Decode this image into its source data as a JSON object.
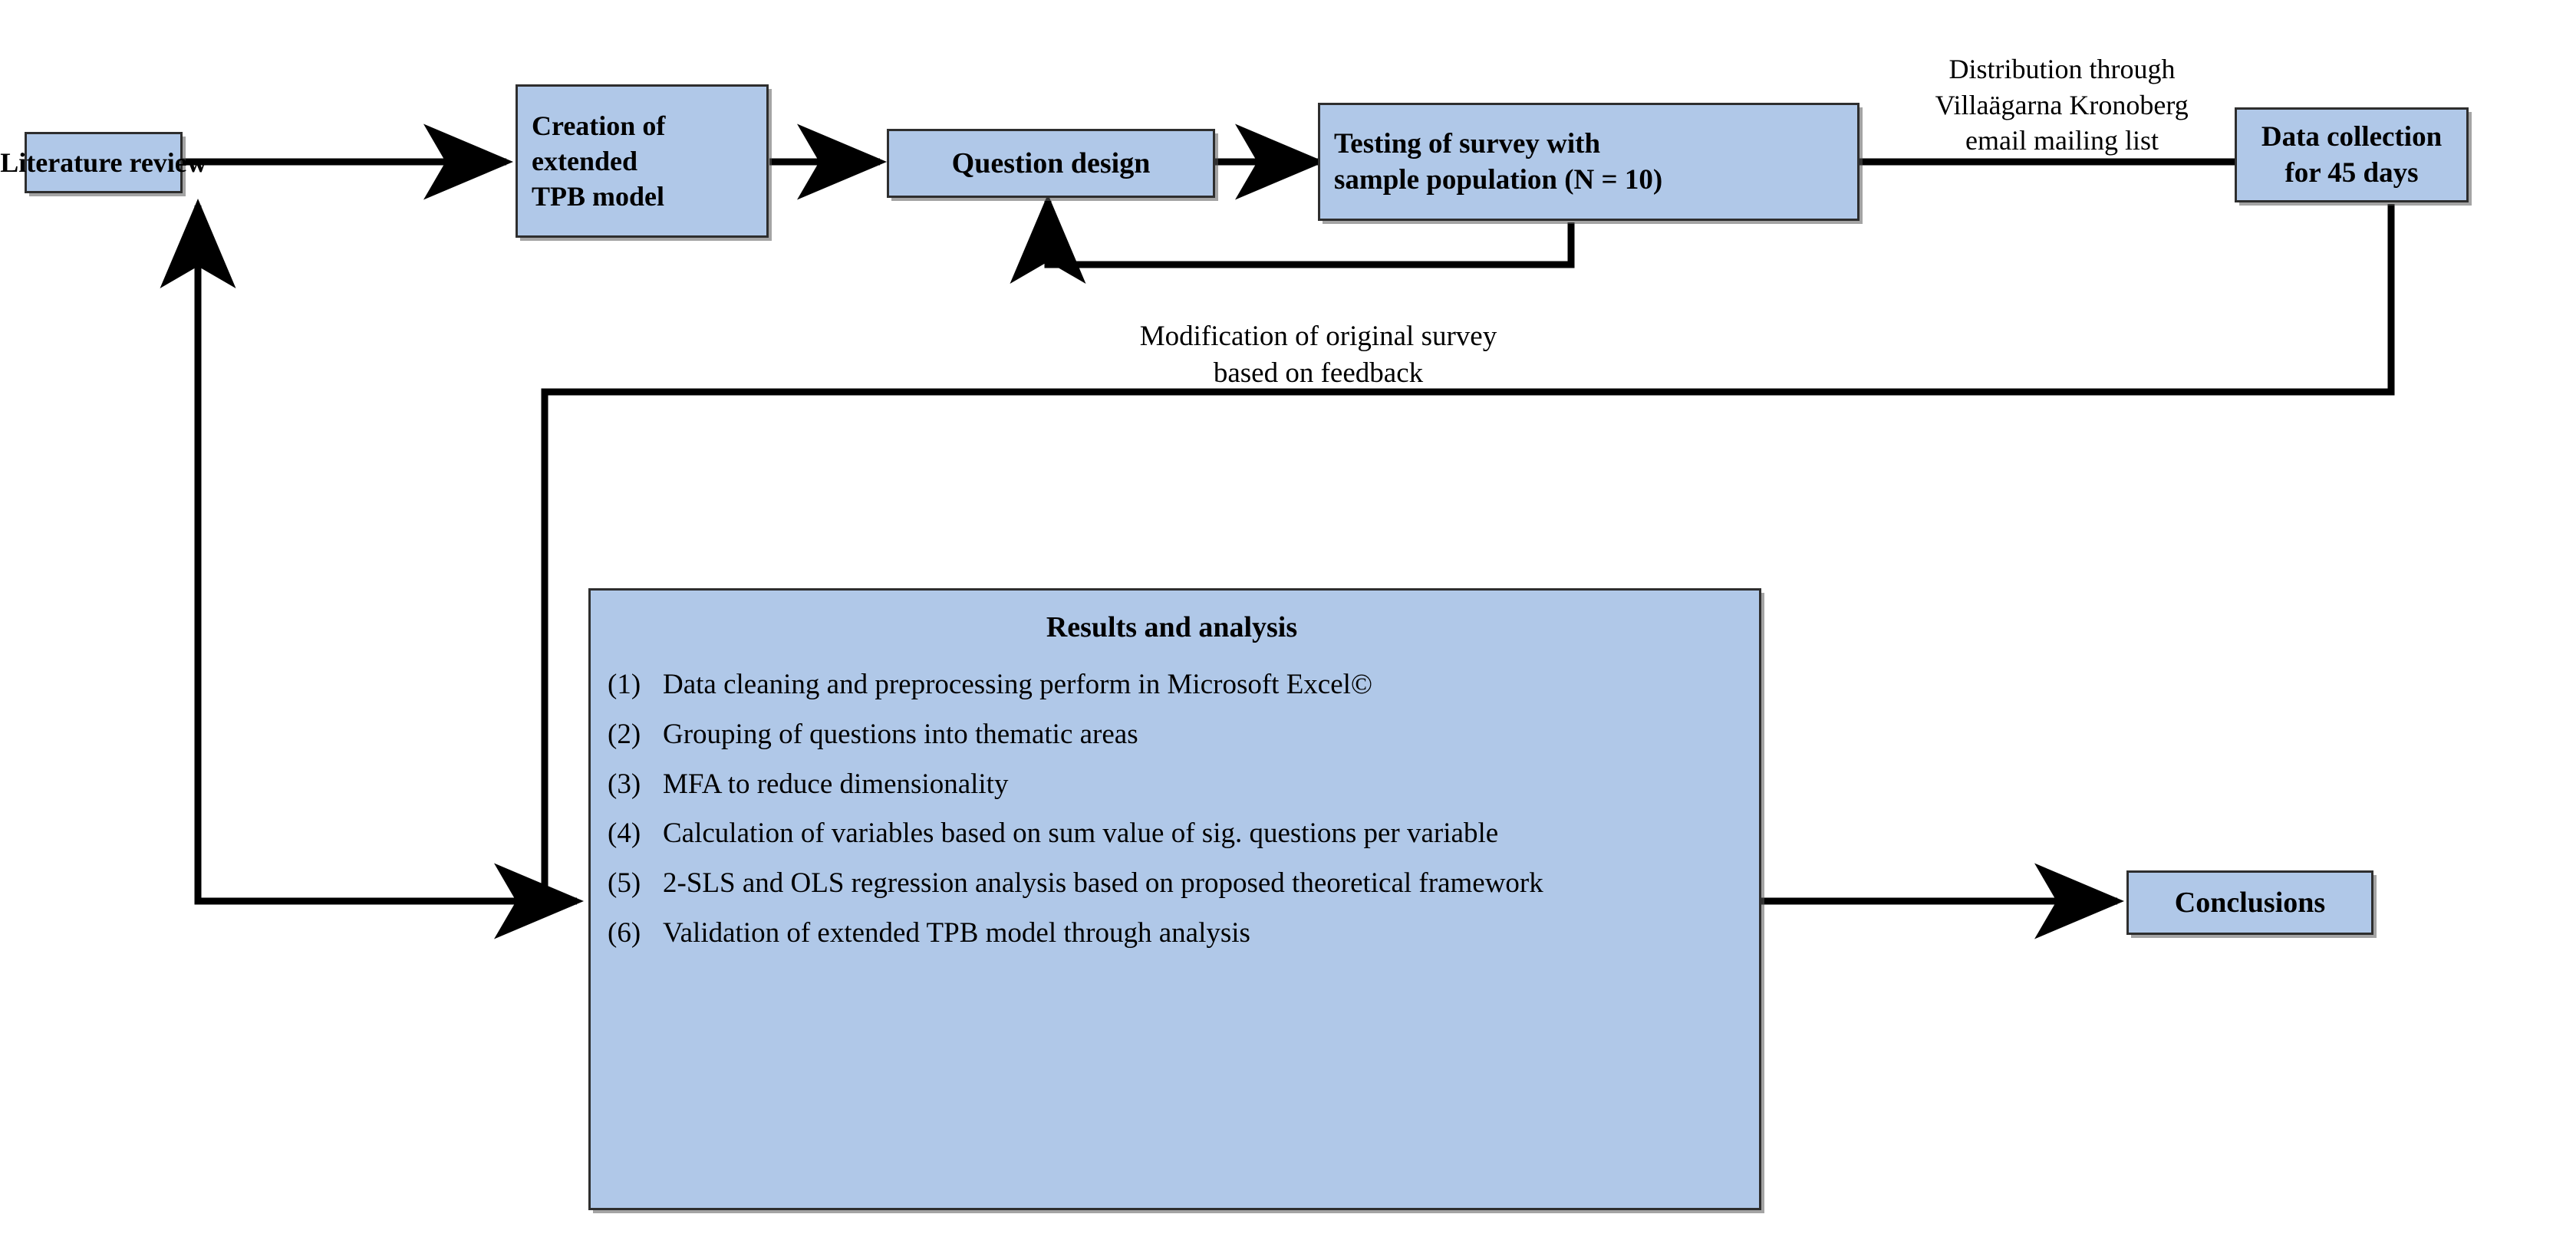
{
  "diagram": {
    "title": "Research methodology flowchart",
    "accent_fill": "#b0c8e8",
    "stroke_color": "#2e2e2e",
    "background": "#ffffff"
  },
  "nodes": {
    "literature_review": {
      "label": "Literature review"
    },
    "creation_tpb": {
      "line1": "Creation of",
      "line2": "extended",
      "line3": "TPB model"
    },
    "question_design": {
      "label": "Question design"
    },
    "testing_survey": {
      "line1": "Testing of survey with",
      "line2": "sample population (N = 10)"
    },
    "data_collection": {
      "line1": "Data collection",
      "line2": "for 45 days"
    },
    "conclusions": {
      "label": "Conclusions"
    }
  },
  "edge_labels": {
    "distribution": {
      "line1": "Distribution through",
      "line2": "Villaägarna Kronoberg",
      "line3": "email mailing list"
    },
    "modification": {
      "line1": "Modification of original survey",
      "line2": "based on feedback"
    }
  },
  "results_panel": {
    "title": "Results and analysis",
    "items": [
      {
        "num": "(1)",
        "text": "Data cleaning and preprocessing perform in Microsoft Excel©"
      },
      {
        "num": "(2)",
        "text": "Grouping of questions into thematic areas"
      },
      {
        "num": "(3)",
        "text": "MFA to reduce dimensionality"
      },
      {
        "num": "(4)",
        "text": "Calculation of variables based on sum value of sig. questions per variable"
      },
      {
        "num": "(5)",
        "text": "2-SLS and OLS regression analysis based on proposed theoretical framework"
      },
      {
        "num": "(6)",
        "text": "Validation of extended TPB model through analysis"
      }
    ]
  }
}
